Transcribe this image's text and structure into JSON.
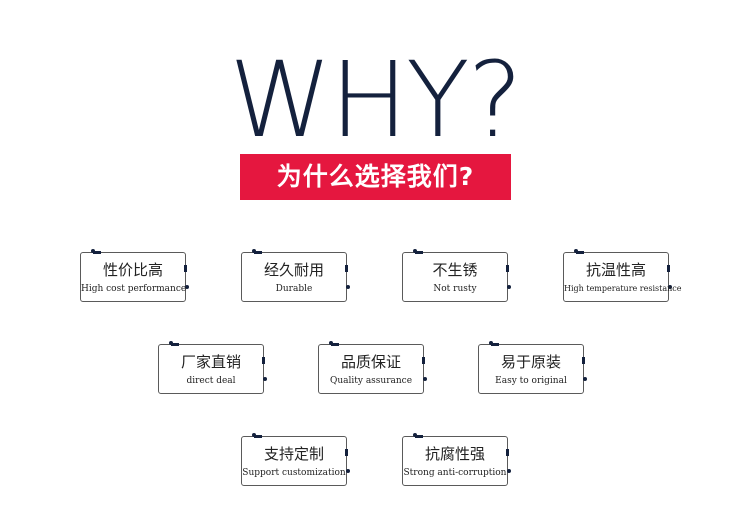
{
  "heading": "WHY?",
  "banner": "为什么选择我们?",
  "cards": [
    {
      "cn": "性价比高",
      "en": "High cost performance"
    },
    {
      "cn": "经久耐用",
      "en": "Durable"
    },
    {
      "cn": "不生锈",
      "en": "Not rusty"
    },
    {
      "cn": "抗温性高",
      "en": "High temperature resistance"
    },
    {
      "cn": "厂家直销",
      "en": "direct deal"
    },
    {
      "cn": "品质保证",
      "en": "Quality assurance"
    },
    {
      "cn": "易于原装",
      "en": "Easy to original"
    },
    {
      "cn": "支持定制",
      "en": "Support customization"
    },
    {
      "cn": "抗腐性强",
      "en": "Strong anti-corruption"
    }
  ],
  "colors": {
    "accent": "#e5173f",
    "heading": "#14213d"
  }
}
